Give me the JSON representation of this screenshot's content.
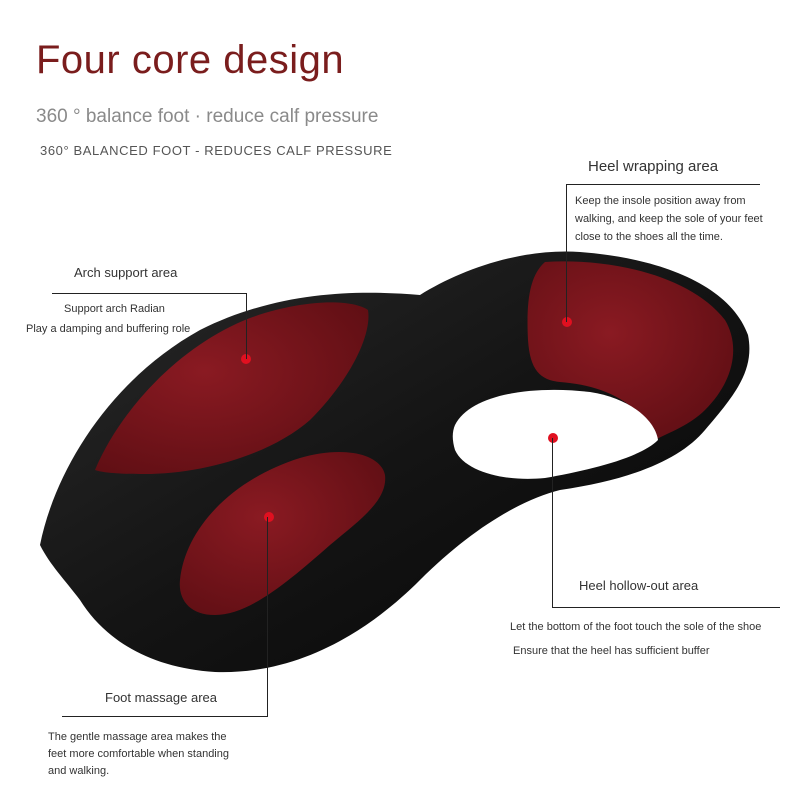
{
  "header": {
    "title": "Four core design",
    "subtitle": "360 ° balance foot · reduce calf pressure",
    "subtitle_en": "360° BALANCED FOOT - REDUCES CALF PRESSURE"
  },
  "callouts": {
    "heel_wrapping": {
      "title": "Heel wrapping area",
      "lines": [
        "Keep the insole position away from",
        "walking, and keep the sole of your feet",
        "close to the shoes all the time."
      ]
    },
    "arch_support": {
      "title": "Arch support area",
      "lines": [
        "Support arch Radian",
        "Play a damping and buffering role"
      ]
    },
    "heel_hollow": {
      "title": "Heel hollow-out area",
      "lines": [
        "Let the bottom of the foot touch the sole of the shoe",
        "Ensure that the heel has sufficient buffer"
      ]
    },
    "foot_massage": {
      "title": "Foot massage area",
      "lines": [
        "The gentle massage area makes the",
        "feet more comfortable when standing",
        "and walking."
      ]
    }
  },
  "colors": {
    "title": "#7a1d1d",
    "insole_body": "#111111",
    "insole_pad": "#6e1218",
    "marker": "#e01020"
  }
}
